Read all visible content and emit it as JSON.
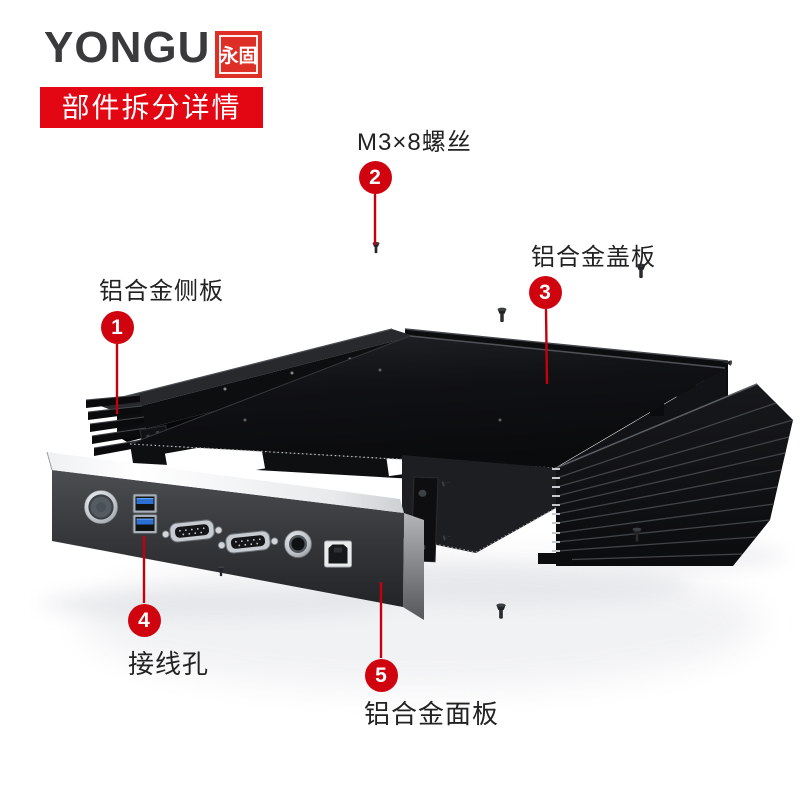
{
  "brand": {
    "logo_text": "YONGU",
    "seal_text": "永固"
  },
  "banner": {
    "title": "部件拆分详情"
  },
  "colors": {
    "banner_red": "#e30613",
    "callout_red": "#cf040f",
    "line_red": "#c3000d",
    "text_dark": "#222222",
    "logo_gray": "#3a3a3c",
    "seal_red": "#dd2f26"
  },
  "callouts": [
    {
      "number": "1",
      "label": "铝合金侧板"
    },
    {
      "number": "2",
      "label": "M3×8螺丝"
    },
    {
      "number": "3",
      "label": "铝合金盖板"
    },
    {
      "number": "4",
      "label": "接线孔"
    },
    {
      "number": "5",
      "label": "铝合金面板"
    }
  ]
}
